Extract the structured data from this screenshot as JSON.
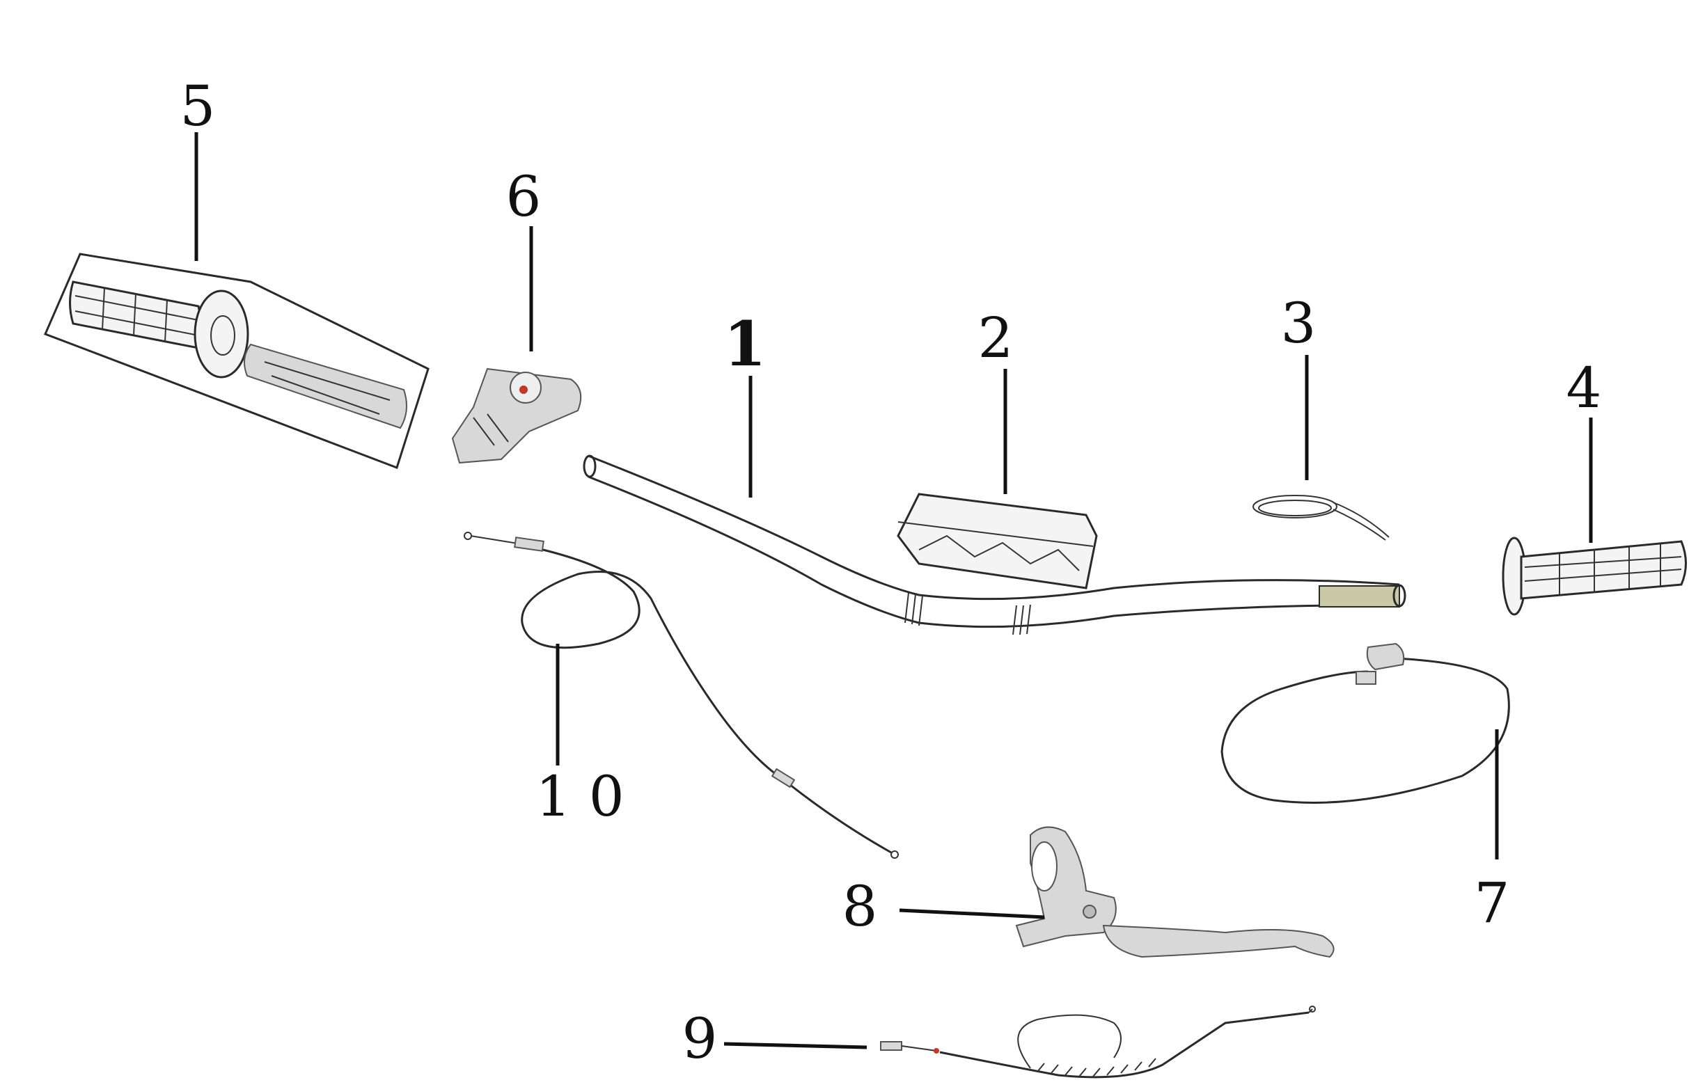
{
  "diagram": {
    "callouts": [
      {
        "id": "1",
        "label": "1"
      },
      {
        "id": "2",
        "label": "2"
      },
      {
        "id": "3",
        "label": "3"
      },
      {
        "id": "4",
        "label": "4"
      },
      {
        "id": "5",
        "label": "5"
      },
      {
        "id": "6",
        "label": "6"
      },
      {
        "id": "7",
        "label": "7"
      },
      {
        "id": "8",
        "label": "8"
      },
      {
        "id": "9",
        "label": "9"
      },
      {
        "id": "10",
        "label": "1 0"
      }
    ],
    "colors": {
      "line": "#111111",
      "bar_end_accent": "#c9c9a8",
      "throttle_accent": "#c0392b"
    }
  }
}
